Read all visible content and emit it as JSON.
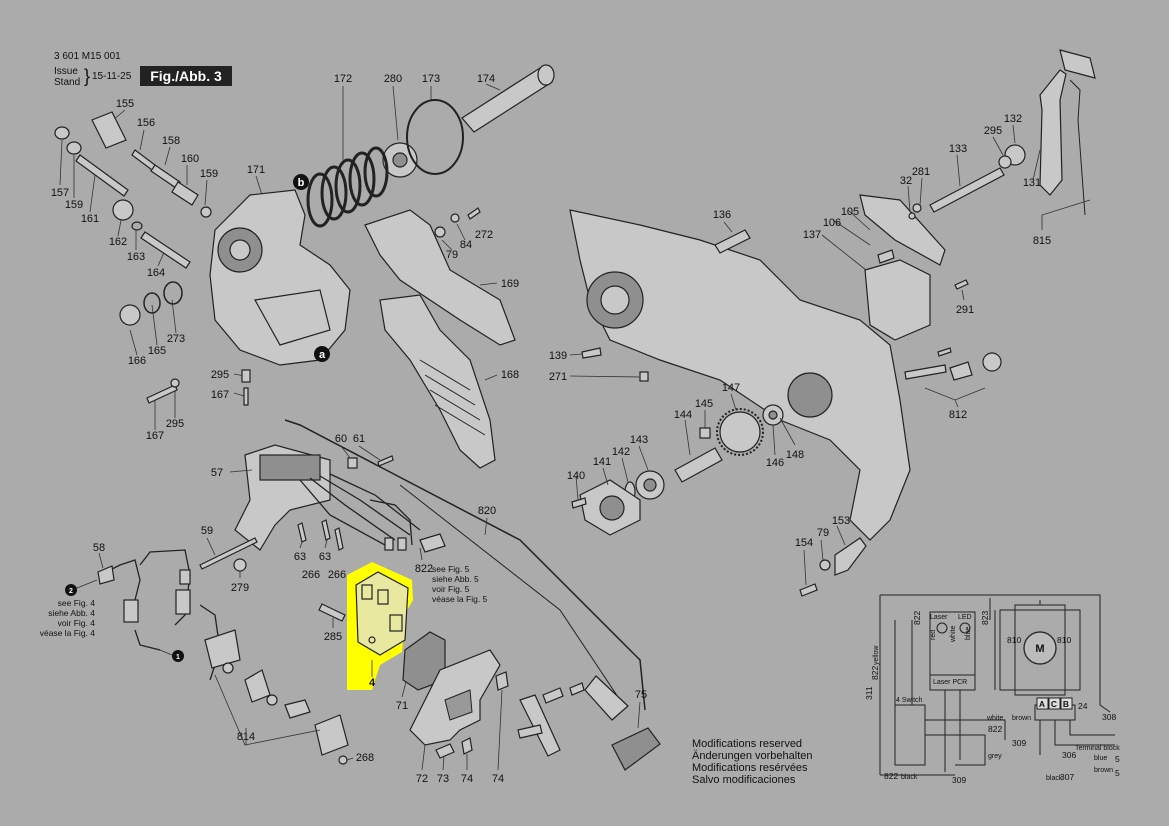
{
  "header": {
    "doc_number": "3 601 M15 001",
    "issue_label": "Issue",
    "stand_label": "Stand",
    "date": "15-11-25",
    "figure": "Fig./Abb. 3"
  },
  "notice": [
    "Modifications reserved",
    "Änderungen vorbehalten",
    "Modifications resérvées",
    "Salvo modificaciones"
  ],
  "see_fig4": [
    "see Fig. 4",
    "siehe Abb. 4",
    "voir Fig. 4",
    "véase la Fig. 4"
  ],
  "see_fig5": [
    "see Fig. 5",
    "siehe Abb. 5",
    "voir Fig. 5",
    "véase la Fig. 5"
  ],
  "callouts": {
    "a": "a",
    "b": "b",
    "one": "1",
    "two": "2"
  },
  "part_numbers": {
    "p172": "172",
    "p280": "280",
    "p173": "173",
    "p174": "174",
    "p155": "155",
    "p156": "156",
    "p158": "158",
    "p160": "160",
    "p159": "159",
    "p157": "157",
    "p161": "161",
    "p171": "171",
    "p162": "162",
    "p163": "163",
    "p164": "164",
    "p166": "166",
    "p165": "165",
    "p273": "273",
    "p295a": "295",
    "p167a": "167",
    "p167b": "167",
    "p295b": "295",
    "p79a": "79",
    "p84": "84",
    "p272": "272",
    "p169": "169",
    "p168": "168",
    "p136": "136",
    "p106": "106",
    "p105": "105",
    "p137": "137",
    "p281": "281",
    "p32": "32",
    "p133": "133",
    "p295c": "295",
    "p132": "132",
    "p131": "131",
    "p815": "815",
    "p291": "291",
    "p139": "139",
    "p271": "271",
    "p147": "147",
    "p145": "145",
    "p144": "144",
    "p143": "143",
    "p142": "142",
    "p141": "141",
    "p140": "140",
    "p146": "146",
    "p148": "148",
    "p812": "812",
    "p153": "153",
    "p79b": "79",
    "p154": "154",
    "p57": "57",
    "p60": "60",
    "p61": "61",
    "p820": "820",
    "p59": "59",
    "p63a": "63",
    "p63b": "63",
    "p266a": "266",
    "p266b": "266",
    "p822": "822",
    "p58": "58",
    "p279": "279",
    "p285": "285",
    "p4": "4",
    "p71": "71",
    "p75": "75",
    "p814": "814",
    "p268": "268",
    "p72": "72",
    "p73": "73",
    "p74a": "74",
    "p74b": "74"
  },
  "schematic": {
    "laser": "Laser",
    "led": "LED",
    "laser_pcr": "Laser PCR",
    "motor": "M",
    "switch": "4 Switch",
    "term_a": "A",
    "term_c": "C",
    "term_b": "B",
    "n822a": "822",
    "n823": "823",
    "n810a": "810",
    "n810b": "810",
    "n822b": "822",
    "n311": "311",
    "n24": "24",
    "n308": "308",
    "n822c": "822",
    "n309a": "309",
    "n306": "306",
    "n5a": "5",
    "n5b": "5",
    "n822d": "822",
    "n309b": "309",
    "n307": "307",
    "terminal_block": "Terminal block",
    "c_black": "black",
    "c_red": "red",
    "c_white": "white",
    "c_blue": "blue",
    "c_brown": "brown",
    "c_grey": "grey",
    "c_yellow": "yellow",
    "c_whitepale": "white",
    "c_brown2": "brown",
    "c_black2": "black",
    "c_blue2": "blue"
  },
  "highlight_color": "#ffff00"
}
